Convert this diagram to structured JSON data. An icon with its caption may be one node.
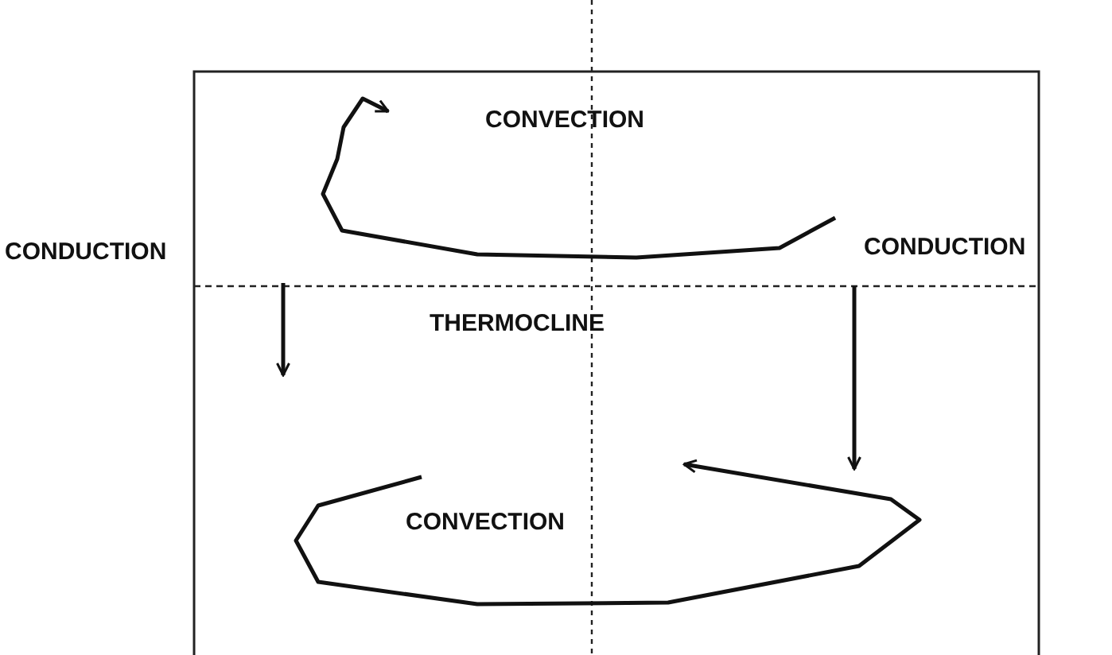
{
  "diagram": {
    "labels": [
      "CONVECTION",
      "CONDUCTION",
      "CONDUCTION",
      "THERMOCLINE",
      "CONVECTION"
    ]
  }
}
